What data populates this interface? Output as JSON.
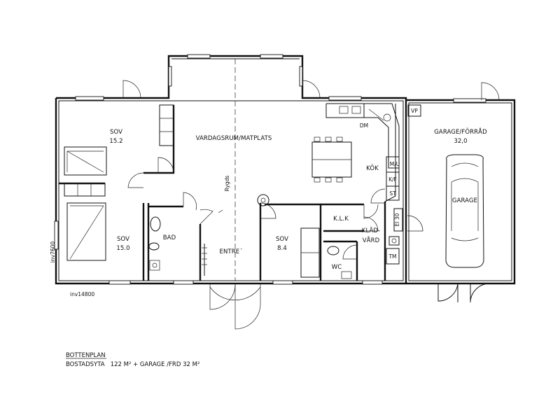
{
  "rooms": {
    "sov1": "SOV",
    "sov1_area": "15.2",
    "sov2": "SOV",
    "sov2_area": "15.0",
    "sov3": "SOV",
    "sov3_area": "8.4",
    "living": "VARDAGSRUM/MATPLATS",
    "kitchen": "KÖK",
    "bath": "BAD",
    "entry": "ENTRE´",
    "klk": "K.L.K",
    "klad_line1": "KLÄD-",
    "klad_line2": "VÅRD",
    "wc": "WC",
    "garage_forrad": "GARAGE/FÖRRÅD",
    "garage_area": "32,0",
    "garage": "GARAGE"
  },
  "symbols": {
    "dm": "DM",
    "mu": "M/U",
    "kf": "K/F",
    "st": "ST",
    "tm": "TM",
    "vp": "VP",
    "el": "El 30",
    "rygds": "Rygds"
  },
  "dimensions": {
    "width_label": "inv14800",
    "depth_label": "inv7600"
  },
  "caption": {
    "title": "BOTTENPLAN",
    "subtitle": "BOSTADSYTA   122 M² + GARAGE /FRD 32 M²"
  }
}
